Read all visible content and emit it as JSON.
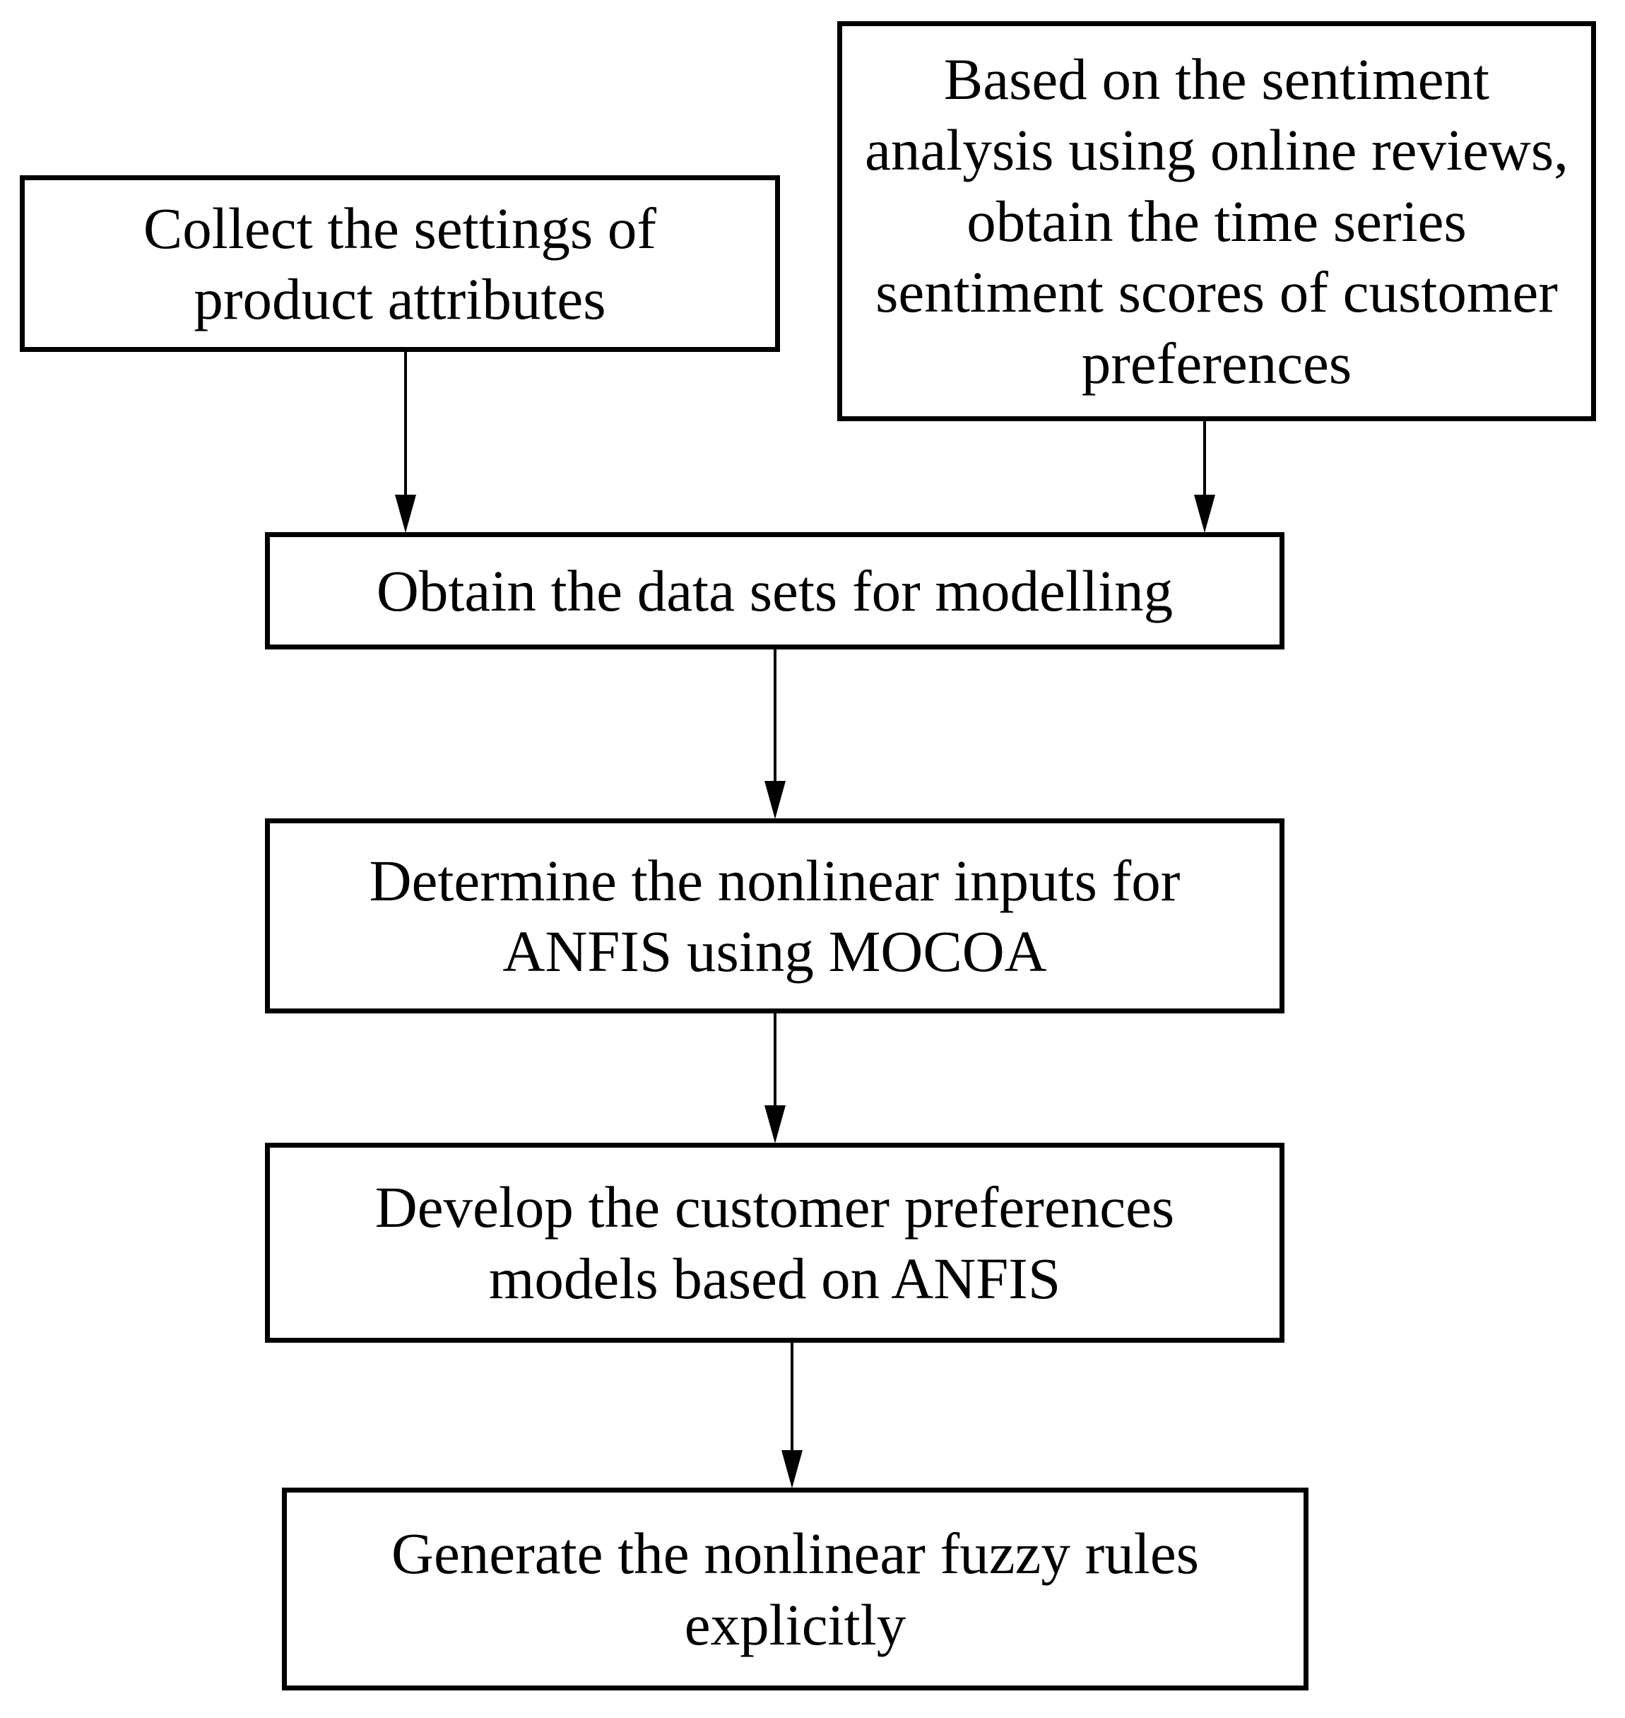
{
  "diagram": {
    "type": "flowchart",
    "colors": {
      "background": "#ffffff",
      "box_border": "#000000",
      "text": "#000000",
      "arrow": "#000000"
    },
    "boxes": [
      {
        "id": "collect-product-attributes",
        "label": "Collect the settings of\nproduct attributes"
      },
      {
        "id": "sentiment-scores",
        "label": "Based on the sentiment\nanalysis using online reviews,\nobtain the time series\nsentiment scores of customer\npreferences"
      },
      {
        "id": "obtain-datasets",
        "label": "Obtain the data sets for modelling"
      },
      {
        "id": "determine-nonlinear-inputs",
        "label": "Determine the nonlinear inputs for\nANFIS using MOCOA"
      },
      {
        "id": "develop-preference-models",
        "label": "Develop the customer preferences\nmodels based on ANFIS"
      },
      {
        "id": "generate-fuzzy-rules",
        "label": "Generate the nonlinear fuzzy rules\nexplicitly"
      }
    ],
    "arrows": [
      {
        "from": "collect-product-attributes",
        "to": "obtain-datasets"
      },
      {
        "from": "sentiment-scores",
        "to": "obtain-datasets"
      },
      {
        "from": "obtain-datasets",
        "to": "determine-nonlinear-inputs"
      },
      {
        "from": "determine-nonlinear-inputs",
        "to": "develop-preference-models"
      },
      {
        "from": "develop-preference-models",
        "to": "generate-fuzzy-rules"
      }
    ]
  }
}
